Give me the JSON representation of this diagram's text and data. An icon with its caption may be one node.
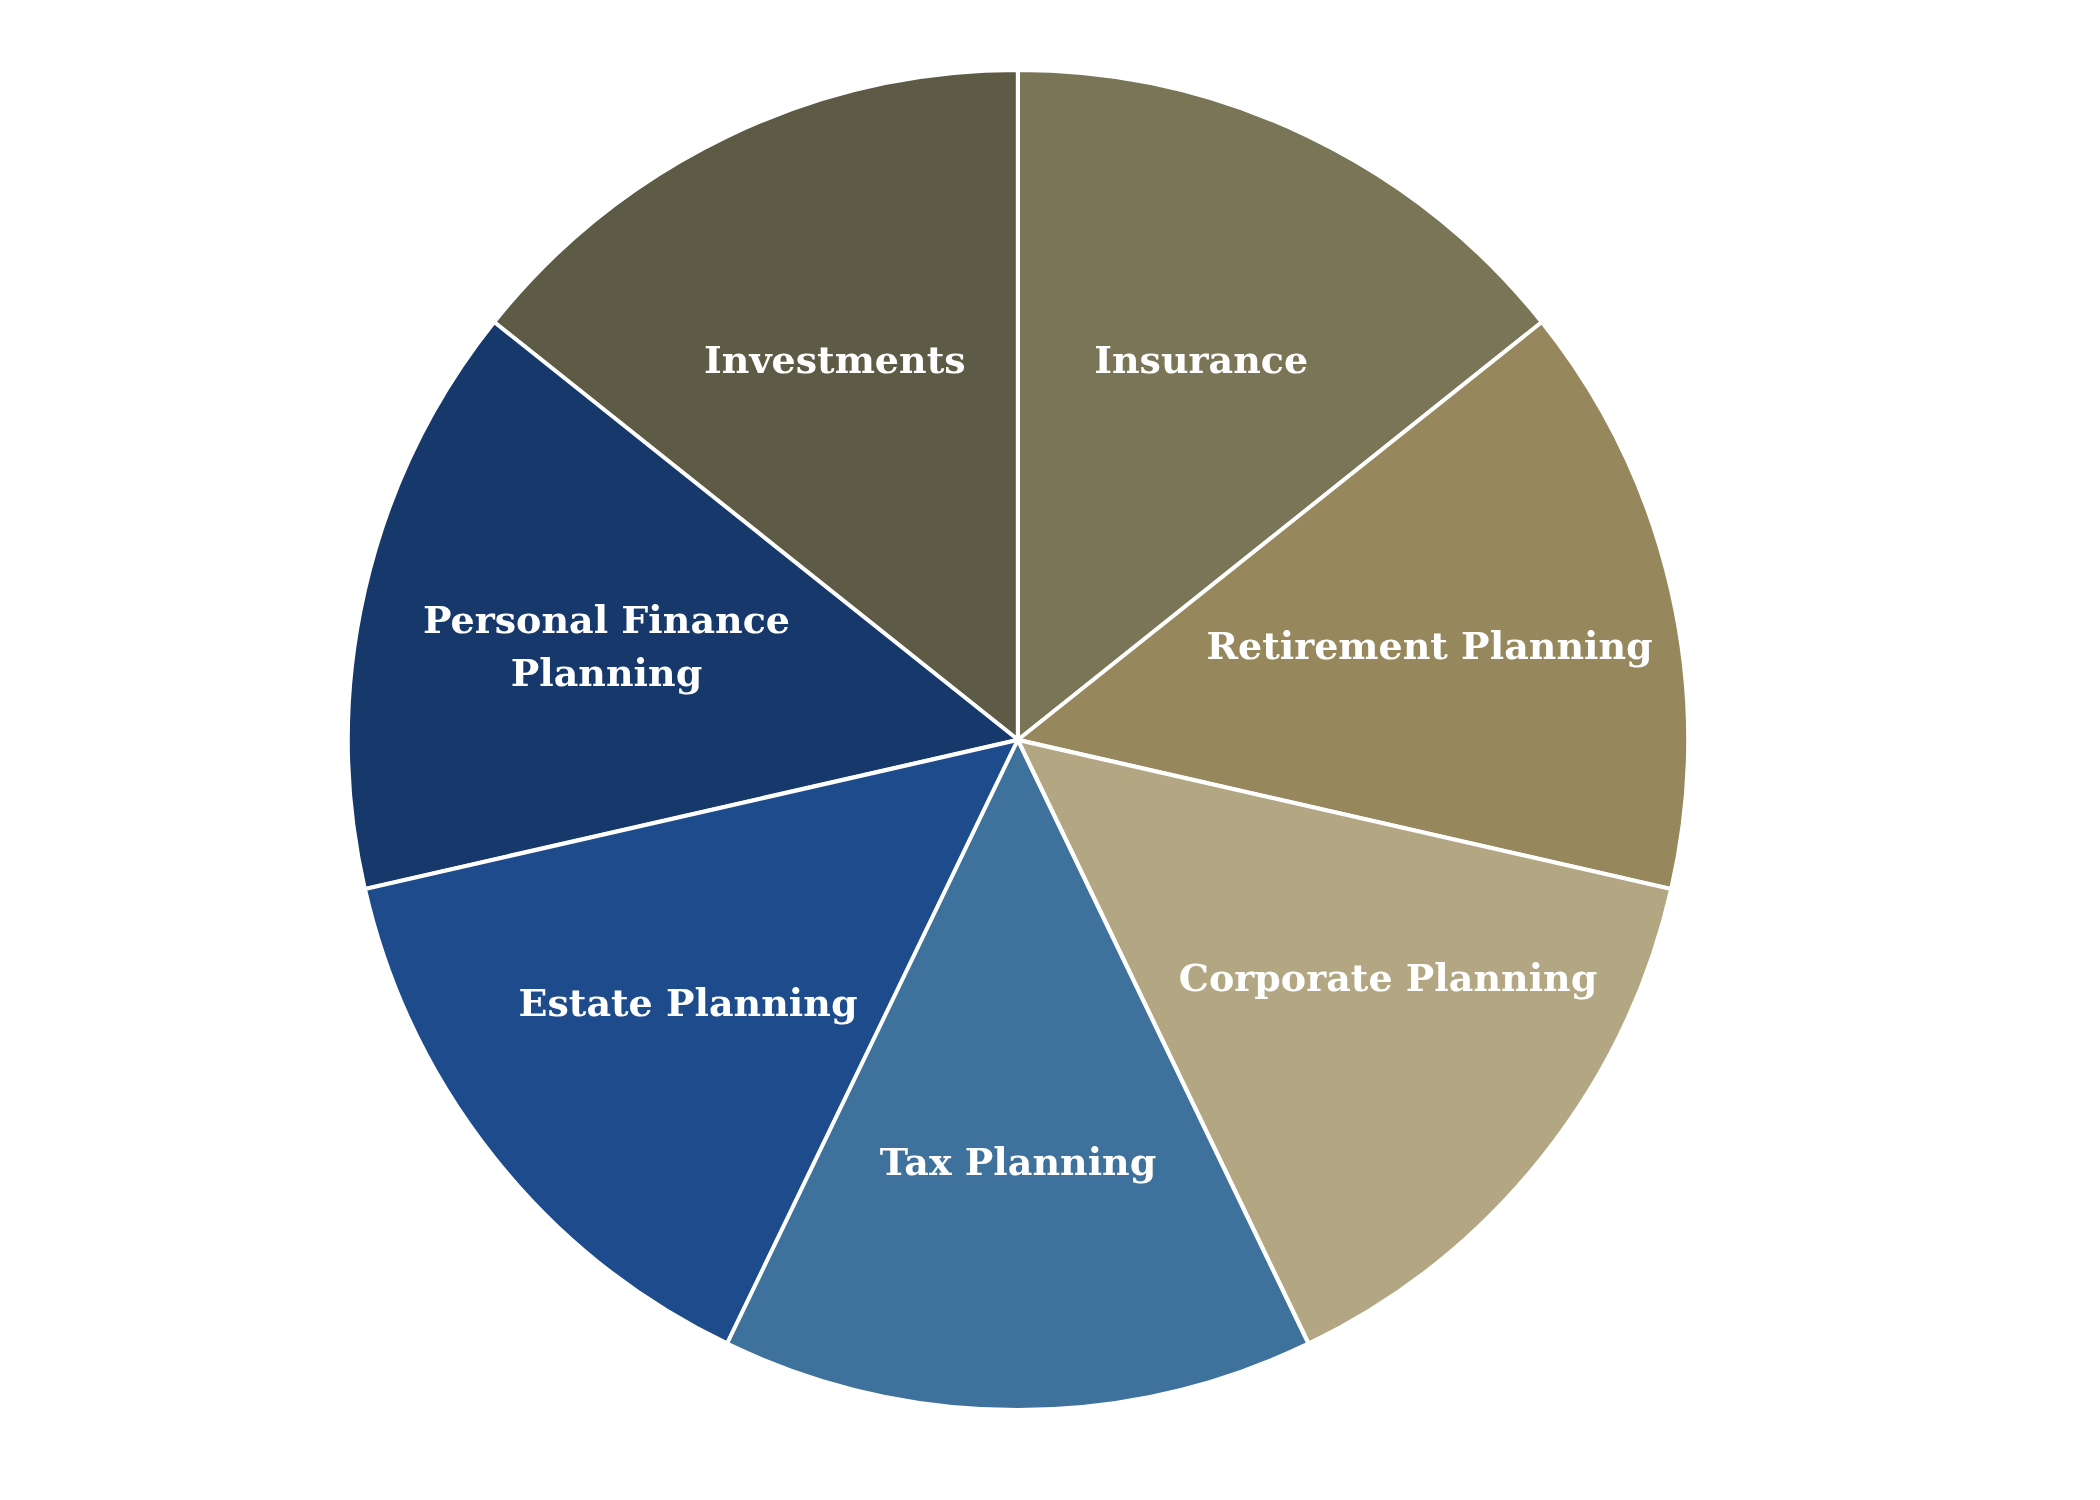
{
  "diagram": {
    "nodes": [
      {
        "text": [
          "Investments"
        ]
      },
      {
        "text": [
          "Insurance"
        ]
      },
      {
        "text": [
          "Personal Finance Planning"
        ]
      },
      {
        "text": [
          "Retirement Planning"
        ]
      },
      {
        "text": [
          "Estate Planning"
        ]
      },
      {
        "text": [
          "Corporate Planning"
        ]
      },
      {
        "text": [
          "Tax Planning"
        ]
      }
    ]
  }
}
